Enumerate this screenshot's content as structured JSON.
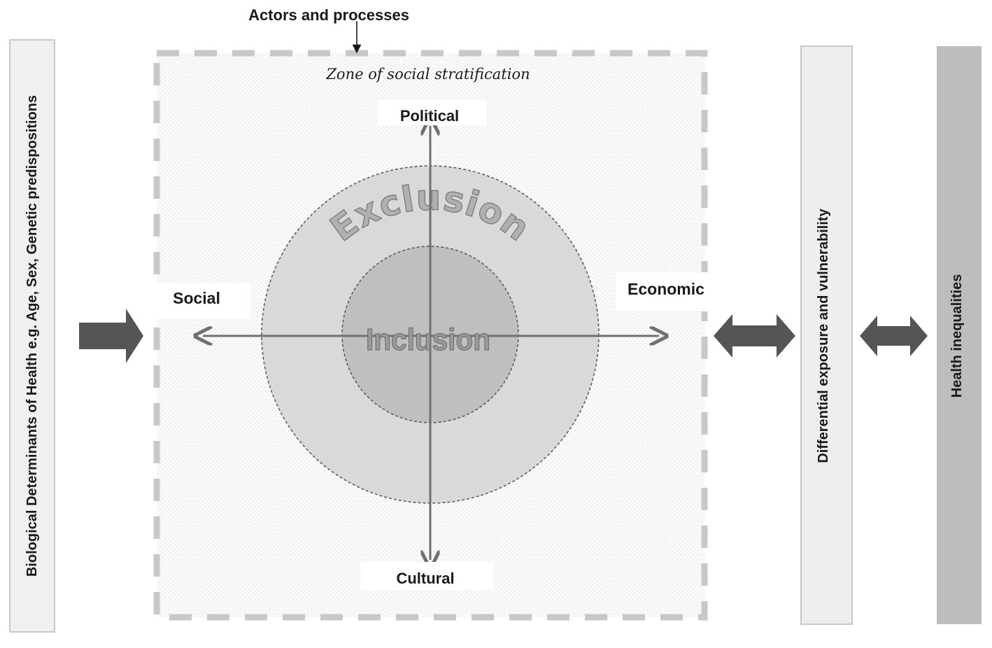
{
  "header": {
    "actors_label": "Actors and processes"
  },
  "zone": {
    "label": "Zone of social stratification"
  },
  "axes": {
    "political": "Political",
    "cultural": "Cultural",
    "social": "Social",
    "economic": "Economic"
  },
  "circles": {
    "outer_label": "Exclusion",
    "inner_label": "Inclusion"
  },
  "left_bar": {
    "label": "Biological Determinants of Health e.g. Age, Sex, Genetic predispositions"
  },
  "middle_bar": {
    "label": "Differential exposure and vulnerability"
  },
  "right_bar": {
    "label": "Health inequalities"
  },
  "colors": {
    "dashed_border": "#c8c8c8",
    "outer_circle": "#d9d9d9",
    "inner_circle": "#bfbfbf",
    "axis": "#707070",
    "arrow_dark": "#555555",
    "right_bar_fill": "#bdbdbd",
    "middle_bar_fill": "#eeeeee",
    "left_bar_fill": "#f0f0f0"
  }
}
